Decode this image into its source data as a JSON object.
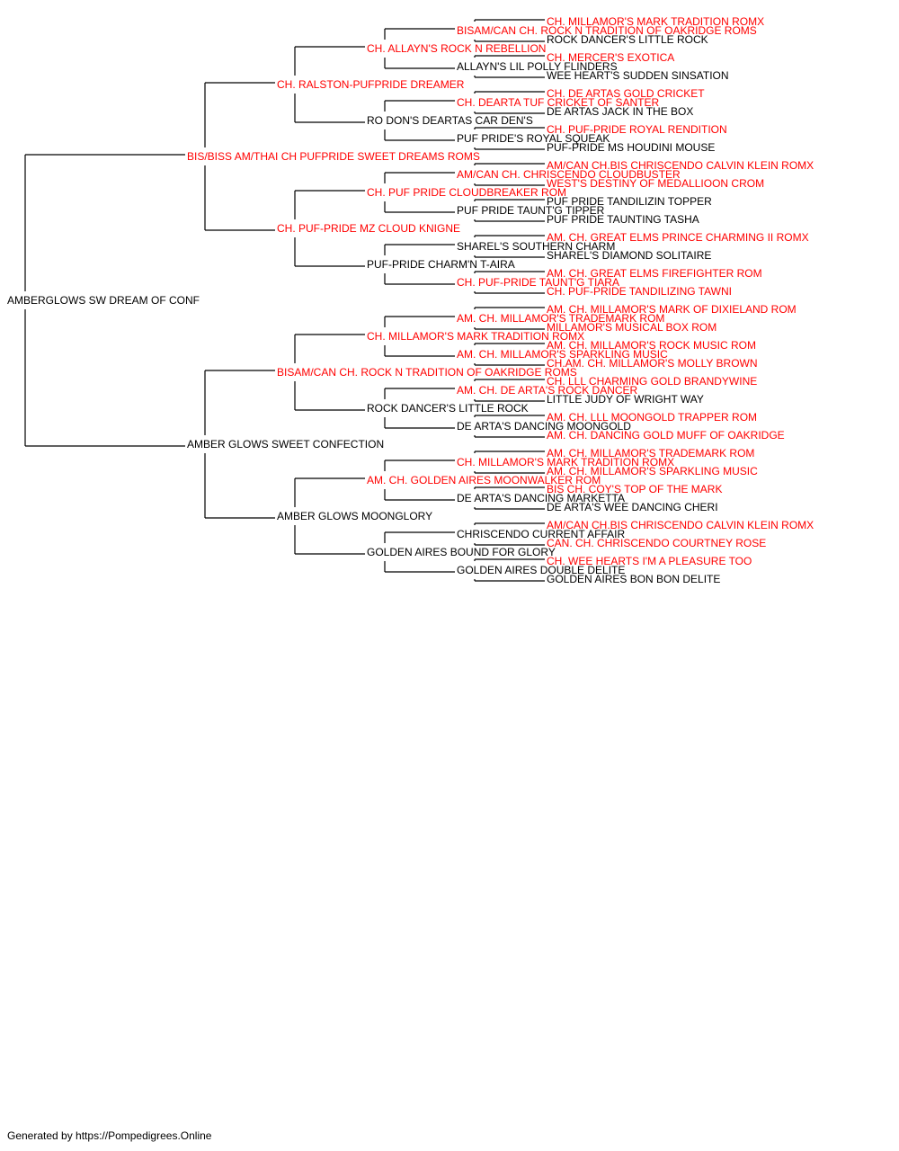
{
  "colors": {
    "titled": "#ff0000",
    "normal": "#000000",
    "line": "#000000"
  },
  "pedigree": {
    "subject": {
      "name": "AMBERGLOWS SW DREAM OF CONF",
      "titled": false
    },
    "generation_1": [
      {
        "name": "BIS/BISS AM/THAI CH PUFPRIDE SWEET DREAMS ROMS",
        "titled": true
      },
      {
        "name": "AMBER GLOWS SWEET CONFECTION",
        "titled": false
      }
    ],
    "generation_2": [
      {
        "name": "CH. RALSTON-PUFPRIDE DREAMER",
        "titled": true
      },
      {
        "name": "CH. PUF-PRIDE MZ CLOUD KNIGNE",
        "titled": true
      },
      {
        "name": "BISAM/CAN CH. ROCK N TRADITION OF OAKRIDGE ROMS",
        "titled": true
      },
      {
        "name": "AMBER GLOWS MOONGLORY",
        "titled": false
      }
    ],
    "generation_3": [
      {
        "name": "CH. ALLAYN'S ROCK N REBELLION",
        "titled": true
      },
      {
        "name": "RO DON'S DEARTAS CAR DEN'S",
        "titled": false
      },
      {
        "name": "CH. PUF PRIDE CLOUDBREAKER ROM",
        "titled": true
      },
      {
        "name": "PUF-PRIDE CHARM'N T-AIRA",
        "titled": false
      },
      {
        "name": "CH. MILLAMOR'S MARK TRADITION ROMX",
        "titled": true
      },
      {
        "name": "ROCK DANCER'S LITTLE ROCK",
        "titled": false
      },
      {
        "name": "AM. CH. GOLDEN AIRES MOONWALKER ROM",
        "titled": true
      },
      {
        "name": "GOLDEN AIRES BOUND FOR GLORY",
        "titled": false
      }
    ],
    "generation_4": [
      {
        "name": "BISAM/CAN CH. ROCK N TRADITION OF OAKRIDGE ROMS",
        "titled": true
      },
      {
        "name": "ALLAYN'S LIL POLLY FLINDERS",
        "titled": false
      },
      {
        "name": "CH. DEARTA TUF CRICKET OF SANTER",
        "titled": true
      },
      {
        "name": "PUF PRIDE'S ROYAL SQUEAK",
        "titled": false
      },
      {
        "name": "AM/CAN CH. CHRISCENDO CLOUDBUSTER",
        "titled": true
      },
      {
        "name": "PUF PRIDE TAUNT'G TIPPER",
        "titled": false
      },
      {
        "name": "SHAREL'S SOUTHERN CHARM",
        "titled": false
      },
      {
        "name": "CH. PUF-PRIDE TAUNT'G TIARA",
        "titled": true
      },
      {
        "name": "AM. CH. MILLAMOR'S TRADEMARK ROM",
        "titled": true
      },
      {
        "name": "AM. CH. MILLAMOR'S SPARKLING MUSIC",
        "titled": true
      },
      {
        "name": "AM. CH. DE ARTA'S ROCK DANCER",
        "titled": true
      },
      {
        "name": "DE ARTA'S DANCING MOONGOLD",
        "titled": false
      },
      {
        "name": "CH. MILLAMOR'S MARK TRADITION ROMX",
        "titled": true
      },
      {
        "name": "DE ARTA'S DANCING MARKETTA",
        "titled": false
      },
      {
        "name": "CHRISCENDO CURRENT AFFAIR",
        "titled": false
      },
      {
        "name": "GOLDEN AIRES DOUBLE DELITE",
        "titled": false
      }
    ],
    "generation_5": [
      {
        "name": "CH. MILLAMOR'S MARK TRADITION ROMX",
        "titled": true
      },
      {
        "name": "ROCK DANCER'S LITTLE ROCK",
        "titled": false
      },
      {
        "name": "CH. MERCER'S EXOTICA",
        "titled": true
      },
      {
        "name": "WEE HEART'S SUDDEN SINSATION",
        "titled": false
      },
      {
        "name": "CH. DE ARTAS GOLD CRICKET",
        "titled": true
      },
      {
        "name": "DE ARTAS JACK IN THE BOX",
        "titled": false
      },
      {
        "name": "CH. PUF-PRIDE ROYAL RENDITION",
        "titled": true
      },
      {
        "name": "PUF-PRIDE MS HOUDINI MOUSE",
        "titled": false
      },
      {
        "name": "AM/CAN CH.BIS CHRISCENDO CALVIN KLEIN ROMX",
        "titled": true
      },
      {
        "name": "WEST'S DESTINY OF MEDALLIOON CROM",
        "titled": true
      },
      {
        "name": "PUF PRIDE TANDILIZIN TOPPER",
        "titled": false
      },
      {
        "name": "PUF PRIDE TAUNTING TASHA",
        "titled": false
      },
      {
        "name": "AM. CH. GREAT ELMS PRINCE CHARMING II ROMX",
        "titled": true
      },
      {
        "name": "SHAREL'S DIAMOND SOLITAIRE",
        "titled": false
      },
      {
        "name": "AM. CH. GREAT ELMS FIREFIGHTER ROM",
        "titled": true
      },
      {
        "name": "CH. PUF-PRIDE TANDILIZING TAWNI",
        "titled": true
      },
      {
        "name": "AM. CH. MILLAMOR'S MARK OF DIXIELAND ROM",
        "titled": true
      },
      {
        "name": "MILLAMOR'S MUSICAL BOX ROM",
        "titled": true
      },
      {
        "name": "AM. CH. MILLAMOR'S ROCK MUSIC ROM",
        "titled": true
      },
      {
        "name": "CH.AM. CH. MILLAMOR'S MOLLY BROWN",
        "titled": true
      },
      {
        "name": "CH. LLL CHARMING GOLD BRANDYWINE",
        "titled": true
      },
      {
        "name": "LITTLE JUDY OF WRIGHT WAY",
        "titled": false
      },
      {
        "name": "AM. CH. LLL MOONGOLD TRAPPER ROM",
        "titled": true
      },
      {
        "name": "AM. CH. DANCING GOLD MUFF OF OAKRIDGE",
        "titled": true
      },
      {
        "name": "AM. CH. MILLAMOR'S TRADEMARK ROM",
        "titled": true
      },
      {
        "name": "AM. CH. MILLAMOR'S SPARKLING MUSIC",
        "titled": true
      },
      {
        "name": "BIS CH. COY'S TOP OF THE MARK",
        "titled": true
      },
      {
        "name": "DE ARTA'S WEE DANCING CHERI",
        "titled": false
      },
      {
        "name": "AM/CAN CH.BIS CHRISCENDO CALVIN KLEIN ROMX",
        "titled": true
      },
      {
        "name": "CAN. CH. CHRISCENDO COURTNEY ROSE",
        "titled": true
      },
      {
        "name": "CH. WEE HEARTS I'M A PLEASURE TOO",
        "titled": true
      },
      {
        "name": "GOLDEN AIRES BON BON DELITE",
        "titled": false
      }
    ]
  },
  "footer": {
    "text": "Generated by https://Pompedigrees.Online"
  }
}
